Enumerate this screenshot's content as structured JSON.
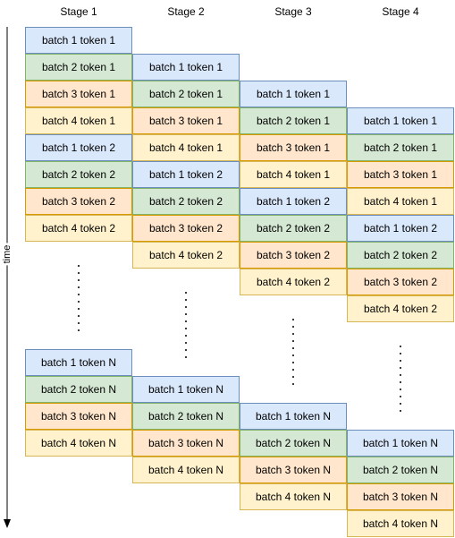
{
  "stages": [
    "Stage 1",
    "Stage 2",
    "Stage 3",
    "Stage 4"
  ],
  "time_label": "time",
  "colors": {
    "batch 1": {
      "fill": "#dae8fc",
      "stroke": "#6c8ebf"
    },
    "batch 2": {
      "fill": "#d5e8d4",
      "stroke": "#82b366"
    },
    "batch 3": {
      "fill": "#ffe6cc",
      "stroke": "#d79b00"
    },
    "batch 4": {
      "fill": "#fff2cc",
      "stroke": "#d6b656"
    }
  },
  "upper_cells": [
    [
      "batch 1 token 1",
      "batch 2 token 1",
      "batch 3 token 1",
      "batch 4 token 1",
      "batch 1 token 2",
      "batch 2 token 2",
      "batch 3 token 2",
      "batch 4 token 2"
    ],
    [
      "batch 1 token 1",
      "batch 2 token 1",
      "batch 3 token 1",
      "batch 4 token 1",
      "batch 1 token 2",
      "batch 2 token 2",
      "batch 3 token 2",
      "batch 4 token 2"
    ],
    [
      "batch 1 token 1",
      "batch 2 token 1",
      "batch 3 token 1",
      "batch 4 token 1",
      "batch 1 token 2",
      "batch 2 token 2",
      "batch 3 token 2",
      "batch 4 token 2"
    ],
    [
      "batch 1 token 1",
      "batch 2 token 1",
      "batch 3 token 1",
      "batch 4 token 1",
      "batch 1 token 2",
      "batch 2 token 2",
      "batch 3 token 2",
      "batch 4 token 2"
    ]
  ],
  "lower_cells": [
    [
      "batch 1 token N",
      "batch 2 token N",
      "batch 3 token N",
      "batch 4 token N"
    ],
    [
      "batch 1 token N",
      "batch 2 token N",
      "batch 3 token N",
      "batch 4 token N"
    ],
    [
      "batch 1 token N",
      "batch 2 token N",
      "batch 3 token N",
      "batch 4 token N"
    ],
    [
      "batch 1 token N",
      "batch 2 token N",
      "batch 3 token N",
      "batch 4 token N"
    ]
  ]
}
